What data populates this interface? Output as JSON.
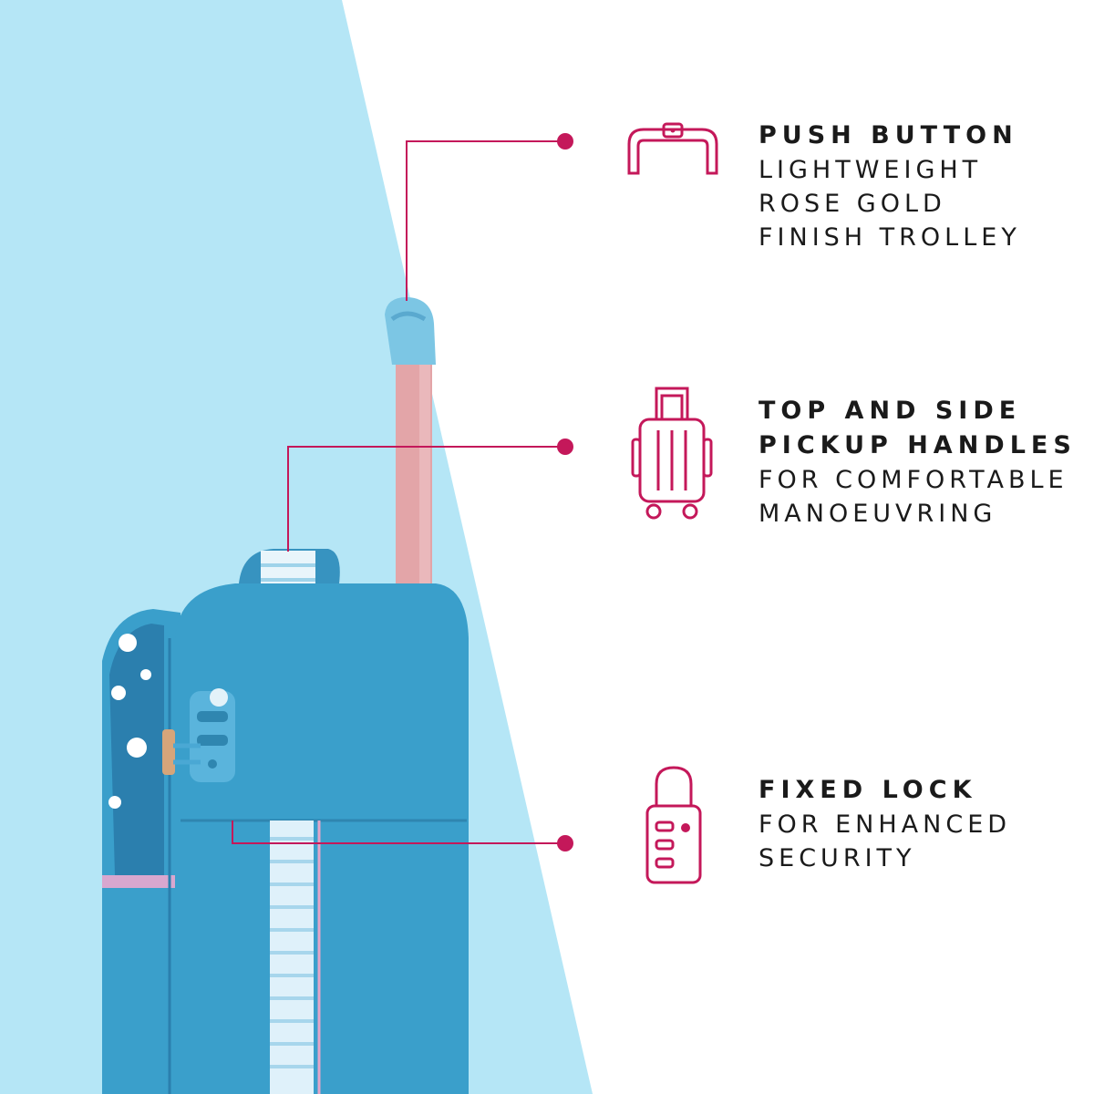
{
  "theme": {
    "accent": "#c4185a",
    "band": "#b5e6f6",
    "suitcase": "#3a9fcb",
    "suitcase_dark": "#2f86b0",
    "handle": "#e3a5a8"
  },
  "features": [
    {
      "icon": "trolley-handle-icon",
      "title_lines": [
        "PUSH BUTTON"
      ],
      "sub_lines": [
        "LIGHTWEIGHT",
        "ROSE GOLD",
        "FINISH TROLLEY"
      ]
    },
    {
      "icon": "suitcase-icon",
      "title_lines": [
        "TOP AND SIDE",
        "PICKUP HANDLES"
      ],
      "sub_lines": [
        "FOR COMFORTABLE",
        "MANOEUVRING"
      ]
    },
    {
      "icon": "luggage-lock-icon",
      "title_lines": [
        "FIXED LOCK"
      ],
      "sub_lines": [
        "FOR ENHANCED",
        "SECURITY"
      ]
    }
  ]
}
